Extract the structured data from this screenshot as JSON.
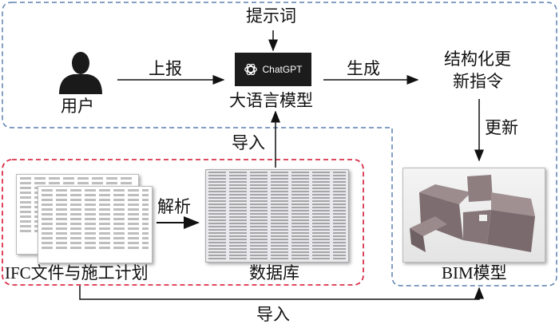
{
  "labels": {
    "prompt": "提示词",
    "report": "上报",
    "user": "用户",
    "llm_logo_text": "ChatGPT",
    "llm": "大语言模型",
    "generate": "生成",
    "structured_line1": "结构化更",
    "structured_line2": "新指令",
    "update": "更新",
    "import_top": "导入",
    "parse": "解析",
    "ifc": "IFC文件与施工计划",
    "database": "数据库",
    "bim": "BIM模型",
    "import_bottom": "导入"
  },
  "colors": {
    "blue_dash": "#5b7fb0",
    "red_dash": "#d9304a",
    "logo_bg": "#1c1c1c",
    "building": "#8a7a7c"
  }
}
